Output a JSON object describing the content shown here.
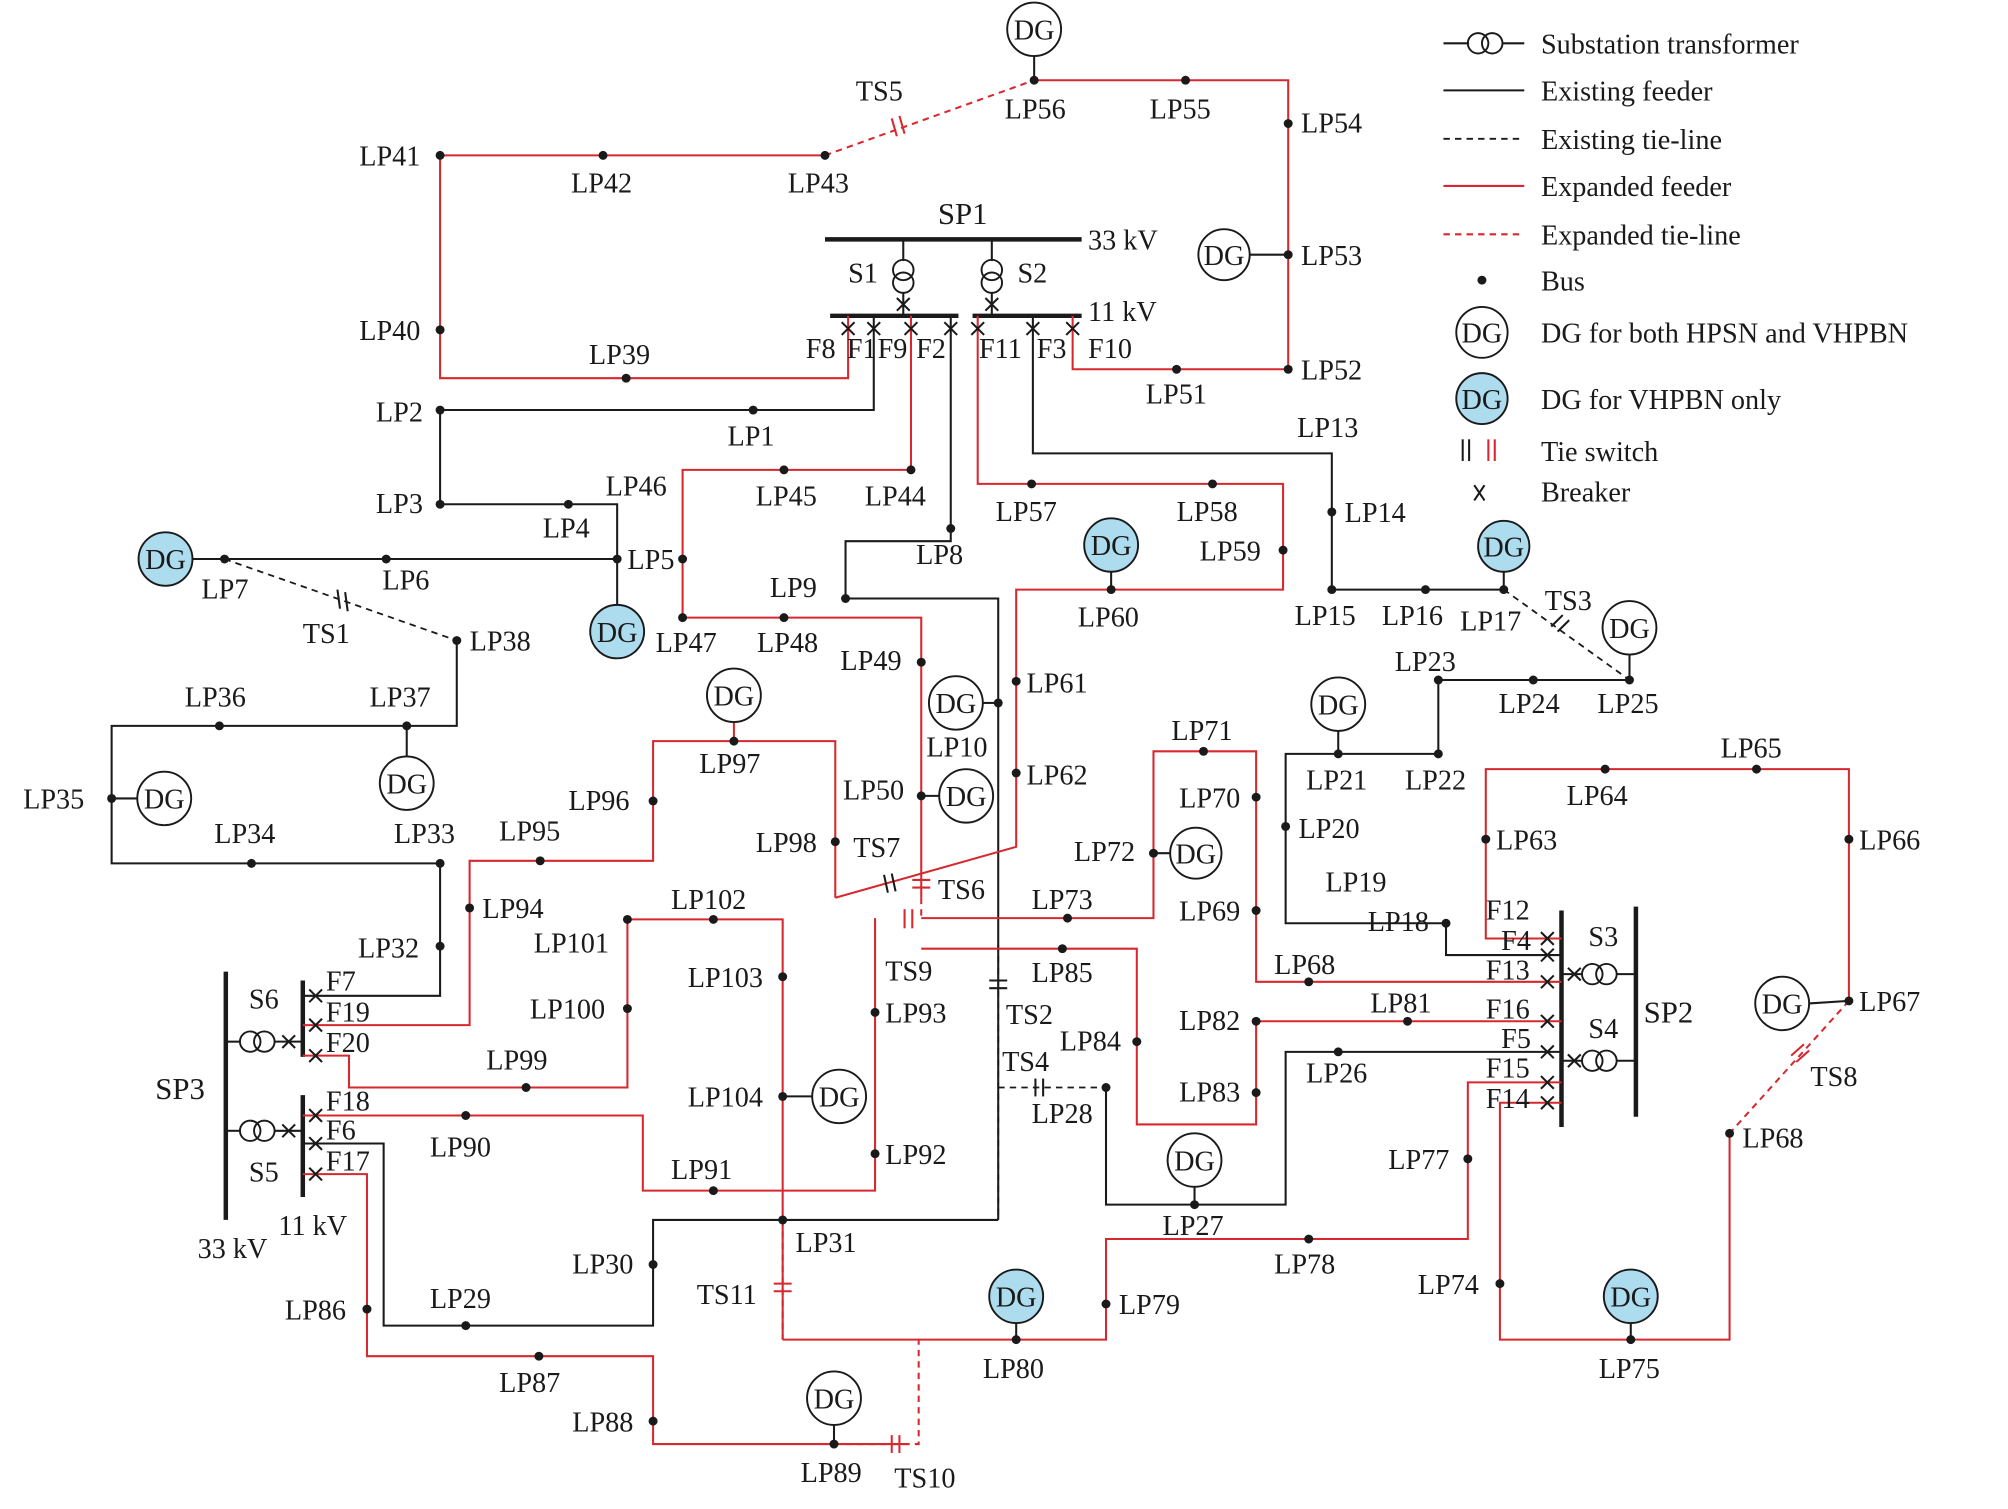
{
  "colors": {
    "existing": "#1a1a1a",
    "expanded": "#d6282e",
    "dg_vhpbn_fill": "#aedcef"
  },
  "legend": {
    "substation_transformer": "Substation transformer",
    "existing_feeder": "Existing feeder",
    "existing_tie_line": "Existing tie-line",
    "expanded_feeder": "Expanded feeder",
    "expanded_tie_line": "Expanded tie-line",
    "bus": "Bus",
    "dg_both": "DG for both HPSN and VHPBN",
    "dg_vhpbn": "DG for VHPBN only",
    "tie_switch": "Tie switch",
    "tie_switch_symbol": "|| ||",
    "breaker": "Breaker",
    "breaker_symbol": "x"
  },
  "dg_text": "DG",
  "substations": {
    "SP1": {
      "name": "SP1",
      "hv": "33 kV",
      "lv": "11 kV",
      "transformers": [
        "S1",
        "S2"
      ]
    },
    "SP2": {
      "name": "SP2",
      "transformers": [
        "S3",
        "S4"
      ]
    },
    "SP3": {
      "name": "SP3",
      "hv": "33 kV",
      "lv": "11 kV",
      "transformers": [
        "S6",
        "S5"
      ]
    }
  },
  "feeders": [
    "F1",
    "F2",
    "F3",
    "F4",
    "F5",
    "F6",
    "F7",
    "F8",
    "F9",
    "F10",
    "F11",
    "F12",
    "F13",
    "F14",
    "F15",
    "F16",
    "F17",
    "F18",
    "F19",
    "F20"
  ],
  "tie_switches": [
    "TS1",
    "TS2",
    "TS3",
    "TS4",
    "TS5",
    "TS6",
    "TS7",
    "TS8",
    "TS9",
    "TS10",
    "TS11"
  ],
  "load_points": [
    "LP1",
    "LP2",
    "LP3",
    "LP4",
    "LP5",
    "LP6",
    "LP7",
    "LP8",
    "LP9",
    "LP10",
    "LP13",
    "LP14",
    "LP15",
    "LP16",
    "LP17",
    "LP18",
    "LP19",
    "LP20",
    "LP21",
    "LP22",
    "LP23",
    "LP24",
    "LP25",
    "LP26",
    "LP27",
    "LP28",
    "LP29",
    "LP30",
    "LP31",
    "LP32",
    "LP33",
    "LP34",
    "LP35",
    "LP36",
    "LP37",
    "LP38",
    "LP39",
    "LP40",
    "LP41",
    "LP42",
    "LP43",
    "LP44",
    "LP45",
    "LP46",
    "LP47",
    "LP48",
    "LP49",
    "LP50",
    "LP51",
    "LP52",
    "LP53",
    "LP54",
    "LP55",
    "LP56",
    "LP57",
    "LP58",
    "LP59",
    "LP60",
    "LP61",
    "LP62",
    "LP63",
    "LP64",
    "LP65",
    "LP66",
    "LP67",
    "LP68",
    "LP69",
    "LP70",
    "LP71",
    "LP72",
    "LP73",
    "LP74",
    "LP75",
    "LP77",
    "LP78",
    "LP79",
    "LP80",
    "LP81",
    "LP82",
    "LP83",
    "LP84",
    "LP85",
    "LP86",
    "LP87",
    "LP88",
    "LP89",
    "LP90",
    "LP91",
    "LP92",
    "LP93",
    "LP94",
    "LP95",
    "LP96",
    "LP97",
    "LP98",
    "LP99",
    "LP100",
    "LP101",
    "LP102",
    "LP103",
    "LP104"
  ]
}
